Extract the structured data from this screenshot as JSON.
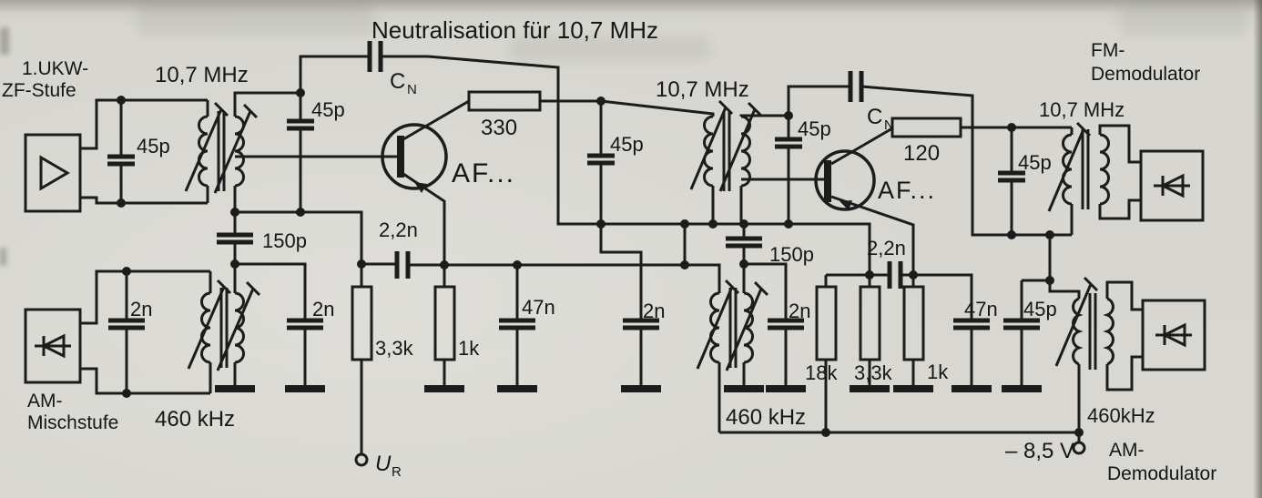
{
  "title": "Neutralisation für 10,7 MHz",
  "colors": {
    "ink": "#1c1c1c",
    "paper": "#d7d6d0"
  },
  "stage1": {
    "input_block_line1": "1.UKW-",
    "input_block_line2": "ZF-Stufe",
    "if_freq": "10,7 MHz",
    "tank_cap": "45p",
    "sec_cap": "45p",
    "cn_main": "C",
    "cn_sub": "N",
    "coll_res": "330",
    "transistor": "AF...",
    "base_cap_150": "150p",
    "am_tank_cap": "2n",
    "base_cap_2n": "2n",
    "bias_res": "3,3k",
    "emitter_res": "1k",
    "emitter_cap": "47n",
    "coupling_cap": "2,2n",
    "ur_main": "U",
    "ur_sub": "R",
    "am_block_line1": "AM-",
    "am_block_line2": "Mischstufe",
    "am_freq": "460 kHz"
  },
  "interstage": {
    "if_freq": "10,7 MHz",
    "tank_cap": "45p",
    "sec_cap": "45p"
  },
  "stage2": {
    "cn_main": "C",
    "cn_sub": "N",
    "coll_res": "120",
    "transistor": "AF...",
    "base_cap_150": "150p",
    "tank_bypass_2n": "2n",
    "base_cap_2n": "2n",
    "bias_res_top": "18k",
    "bias_res": "3,3k",
    "emitter_res": "1k",
    "coupling_cap": "2,2n",
    "emitter_cap": "47n",
    "supply_cap": "45p",
    "am_freq": "460 kHz"
  },
  "output": {
    "fm_block_line1": "FM-",
    "fm_block_line2": "Demodulator",
    "if_freq": "10,7 MHz",
    "tank_cap": "45p",
    "am_freq": "460kHz",
    "supply": "– 8,5 V",
    "am_block_line1": "AM-",
    "am_block_line2": "Demodulator"
  }
}
